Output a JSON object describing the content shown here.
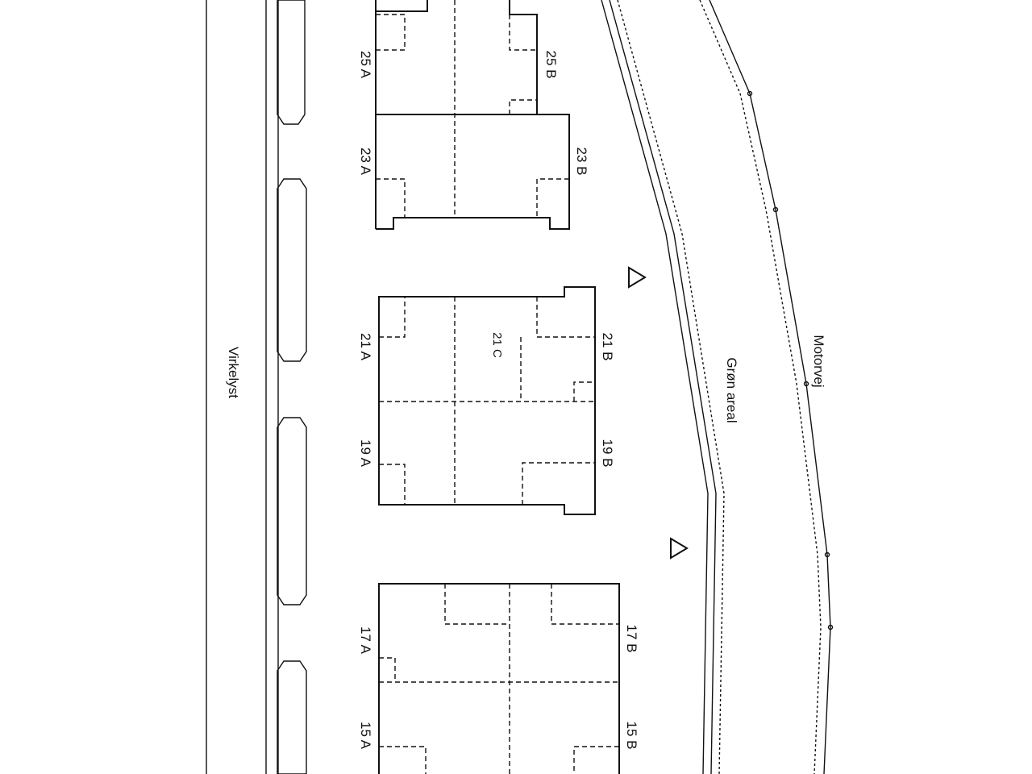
{
  "streets": {
    "virkelyst": "Virkelyst",
    "motorvej": "Motorvej"
  },
  "areas": {
    "green": "Grøn areal"
  },
  "units": [
    {
      "id": "25A",
      "label": "25 A"
    },
    {
      "id": "25B",
      "label": "25 B"
    },
    {
      "id": "23A",
      "label": "23 A"
    },
    {
      "id": "23B",
      "label": "23 B"
    },
    {
      "id": "21A",
      "label": "21 A"
    },
    {
      "id": "21B",
      "label": "21 B"
    },
    {
      "id": "21C",
      "label": "21 C"
    },
    {
      "id": "19A",
      "label": "19 A"
    },
    {
      "id": "19B",
      "label": "19 B"
    },
    {
      "id": "17A",
      "label": "17 A"
    },
    {
      "id": "17B",
      "label": "17 B"
    },
    {
      "id": "15A",
      "label": "15 A"
    },
    {
      "id": "15B",
      "label": "15 B"
    }
  ],
  "colors": {
    "ink": "#111111",
    "paper": "#ffffff",
    "stipple": "#f2f2f2"
  }
}
